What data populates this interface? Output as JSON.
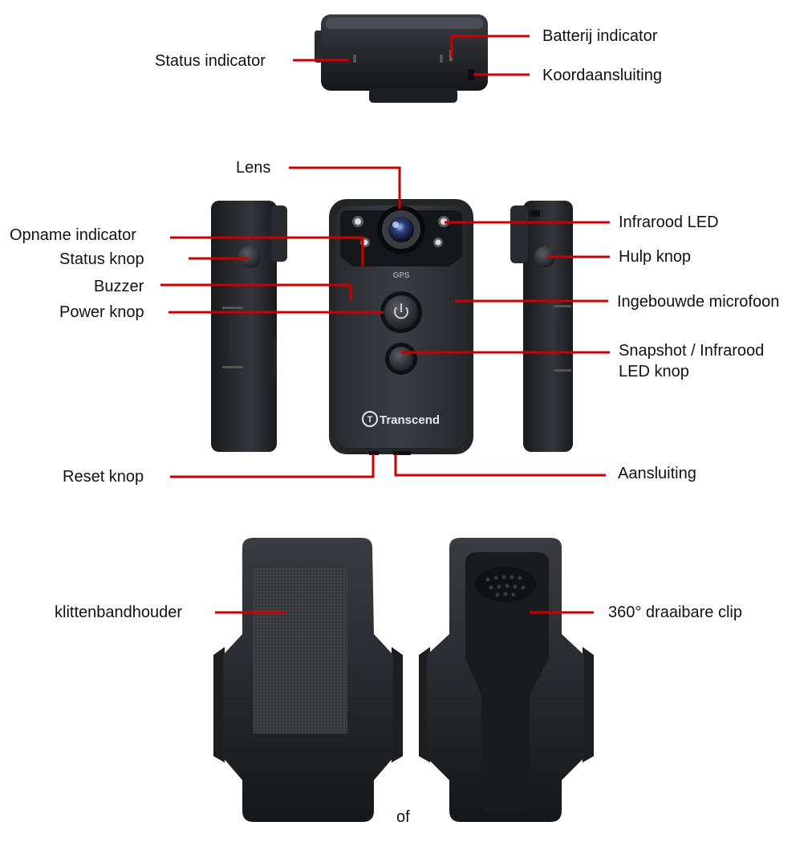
{
  "colors": {
    "leader": "#cc0000",
    "device_body": "#1c1d20",
    "device_shade": "#2c2e33",
    "label_text": "#111111"
  },
  "device": {
    "brand": "Transcend",
    "gps_mark": "GPS",
    "power_icon": "power-icon"
  },
  "labels": {
    "status_indicator": "Status indicator",
    "battery_indicator": "Batterij indicator",
    "cord_connection": "Koordaansluiting",
    "lens": "Lens",
    "recording_indicator": "Opname indicator",
    "status_button": "Status knop",
    "buzzer": "Buzzer",
    "power_button": "Power knop",
    "infrared_led": "Infrarood LED",
    "help_button": "Hulp knop",
    "built_in_microphone": "Ingebouwde microfoon",
    "snapshot_button_line1": "Snapshot / Infrarood",
    "snapshot_button_line2": "LED knop",
    "reset_button": "Reset knop",
    "connector": "Aansluiting",
    "velcro_holder": "klittenbandhouder",
    "rotating_clip": "360° draaibare clip",
    "or": "of"
  }
}
